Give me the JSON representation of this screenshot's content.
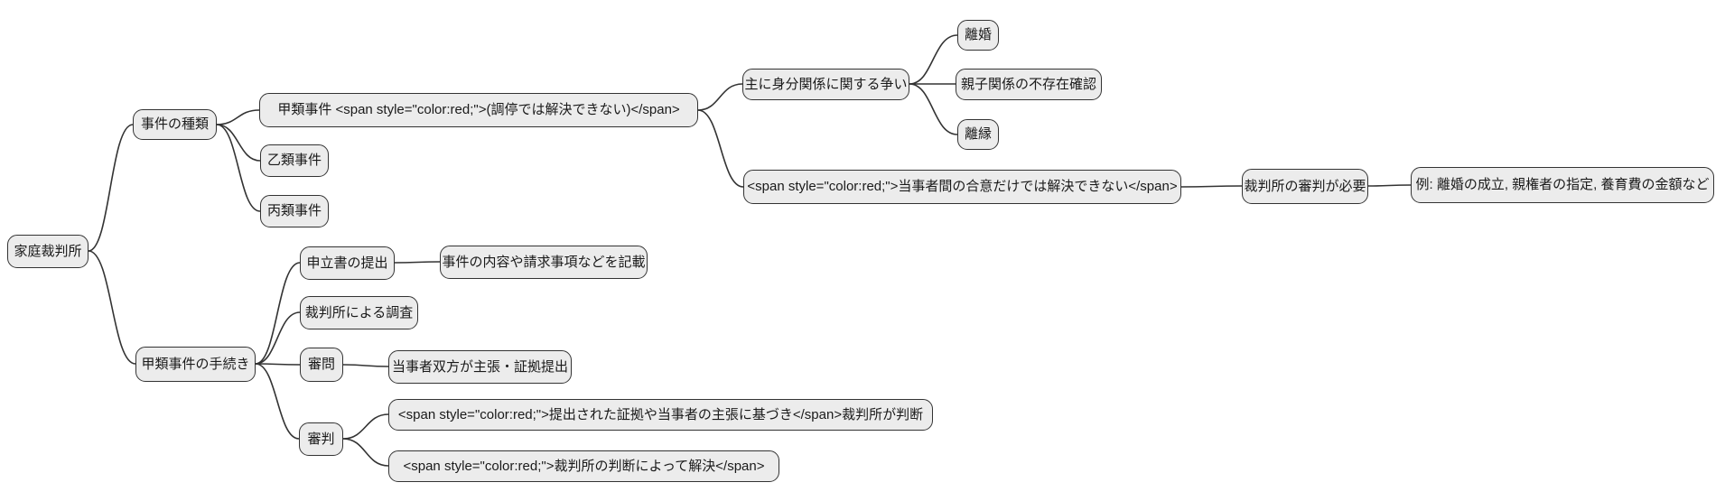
{
  "diagram": {
    "type": "mindmap",
    "direction": "left-to-right",
    "topic": "家庭裁判所"
  },
  "colors": {
    "background": "#ffffff",
    "node_fill": "#ececec",
    "node_border": "#333333",
    "edge": "#333333",
    "text": "#1a1a1a"
  },
  "nodes": {
    "family_court": {
      "label": "家庭裁判所"
    },
    "case_types": {
      "label": "事件の種類"
    },
    "kou_cases": {
      "label": "甲類事件 <span style=\"color:red;\">(調停では解決できない)</span>"
    },
    "otsu_cases": {
      "label": "乙類事件"
    },
    "hei_cases": {
      "label": "丙類事件"
    },
    "status_disputes": {
      "label": "主に身分関係に関する争い"
    },
    "divorce": {
      "label": "離婚"
    },
    "parentage_denial": {
      "label": "親子関係の不存在確認"
    },
    "adoption_dissolution": {
      "label": "離縁"
    },
    "no_agreement": {
      "label": "<span style=\"color:red;\">当事者間の合意だけでは解決できない</span>"
    },
    "ruling_required": {
      "label": "裁判所の審判が必要"
    },
    "examples": {
      "label": "例: 離婚の成立, 親権者の指定, 養育費の金額など"
    },
    "kou_procedure": {
      "label": "甲類事件の手続き"
    },
    "petition": {
      "label": "申立書の提出"
    },
    "petition_contents": {
      "label": "事件の内容や請求事項などを記載"
    },
    "court_investigation": {
      "label": "裁判所による調査"
    },
    "hearing": {
      "label": "審問"
    },
    "parties_claims": {
      "label": "当事者双方が主張・証拠提出"
    },
    "ruling": {
      "label": "審判"
    },
    "court_decides": {
      "label": "<span style=\"color:red;\">提出された証拠や当事者の主張に基づき</span>裁判所が判断"
    },
    "resolution": {
      "label": "<span style=\"color:red;\">裁判所の判断によって解決</span>"
    }
  },
  "hierarchy": {
    "family_court": {
      "case_types": {
        "kou_cases": {
          "status_disputes": {
            "divorce": {},
            "parentage_denial": {},
            "adoption_dissolution": {}
          },
          "no_agreement": {
            "ruling_required": {
              "examples": {}
            }
          }
        },
        "otsu_cases": {},
        "hei_cases": {}
      },
      "kou_procedure": {
        "petition": {
          "petition_contents": {}
        },
        "court_investigation": {},
        "hearing": {
          "parties_claims": {}
        },
        "ruling": {
          "court_decides": {},
          "resolution": {}
        }
      }
    }
  }
}
